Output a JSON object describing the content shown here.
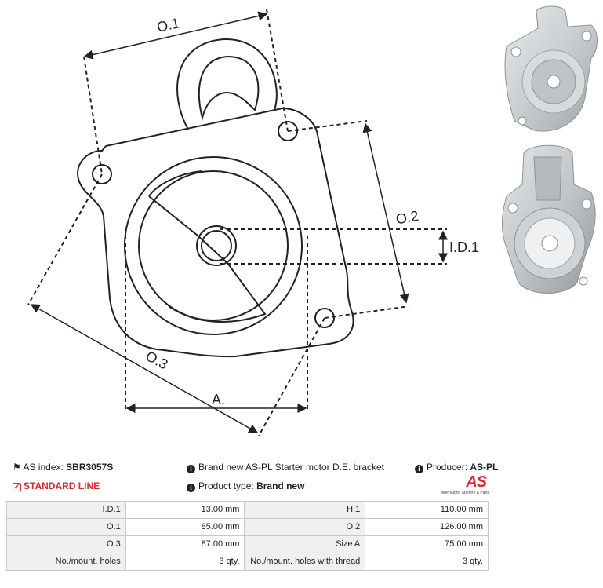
{
  "drawing": {
    "labels": {
      "o1": "O.1",
      "o2": "O.2",
      "o3": "O.3",
      "id1": "I.D.1",
      "a": "A."
    }
  },
  "info": {
    "as_index_label": "AS index:",
    "as_index_value": "SBR3057S",
    "description": "Brand new AS-PL Starter motor D.E. bracket",
    "producer_label": "Producer:",
    "producer_value": "AS-PL",
    "line_label": "STANDARD LINE",
    "product_type_label": "Product type:",
    "product_type_value": "Brand new",
    "logo_text": "AS",
    "logo_tagline": "Alternators, Starters & Parts"
  },
  "specs": [
    {
      "label1": "I.D.1",
      "value1": "13.00 mm",
      "label2": "H.1",
      "value2": "110.00 mm"
    },
    {
      "label1": "O.1",
      "value1": "85.00 mm",
      "label2": "O.2",
      "value2": "126.00 mm"
    },
    {
      "label1": "O.3",
      "value1": "87.00 mm",
      "label2": "Size A",
      "value2": "75.00 mm"
    },
    {
      "label1": "No./mount. holes",
      "value1": "3 qty.",
      "label2": "No./mount. holes with thread",
      "value2": "3 qty."
    }
  ],
  "colors": {
    "accent": "#e0252b",
    "line": "#222222",
    "table_label_bg": "#f0f0f0",
    "table_border": "#c8c8c8"
  }
}
